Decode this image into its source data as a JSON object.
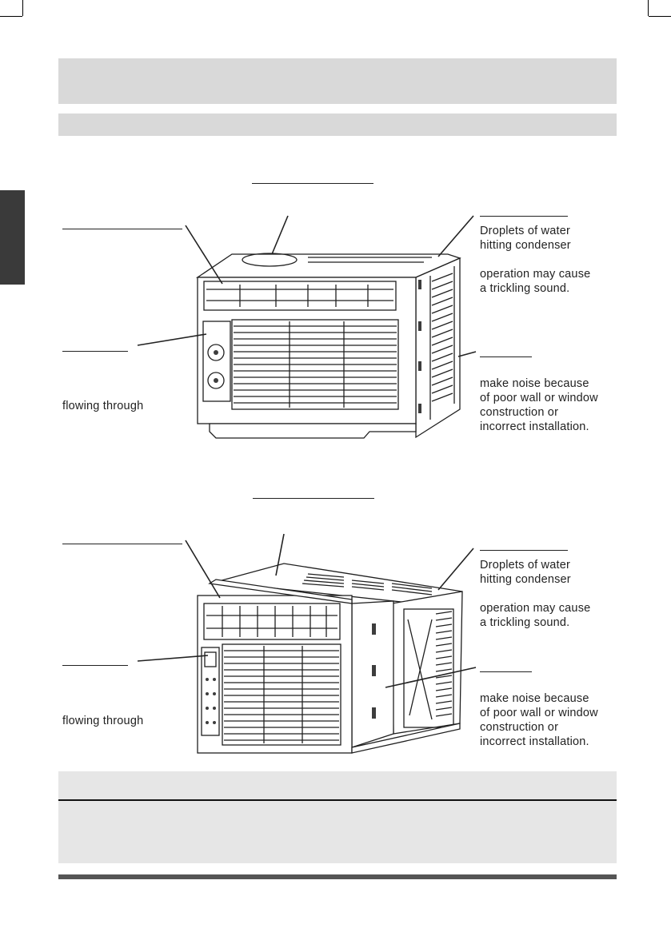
{
  "page": {
    "section_header": "",
    "section_subheader": "",
    "tip_title": "",
    "tip_body": ""
  },
  "diagram_top": {
    "title": "",
    "note_right_top": "Droplets of water\nhitting condenser\n\noperation may cause\na trickling sound.",
    "note_right_bottom": "make noise because\nof poor wall or window\nconstruction or\nincorrect  installation.",
    "note_left_bottom": "flowing through"
  },
  "diagram_bottom": {
    "title": "",
    "note_right_top": "Droplets of water\nhitting condenser\n\noperation may cause\na trickling sound.",
    "note_right_bottom": "make noise because\nof poor wall or window\nconstruction or\nincorrect  installation.",
    "note_left_bottom": "flowing through"
  },
  "colors": {
    "header_bar": "#d9d9d9",
    "side_tab": "#3a3a3a",
    "tip_box": "#e6e6e6",
    "bottom_rule": "#555555"
  },
  "icons": {
    "unit_top": "window-air-conditioner-rotary-controls",
    "unit_bottom": "window-air-conditioner-digital-controls"
  }
}
